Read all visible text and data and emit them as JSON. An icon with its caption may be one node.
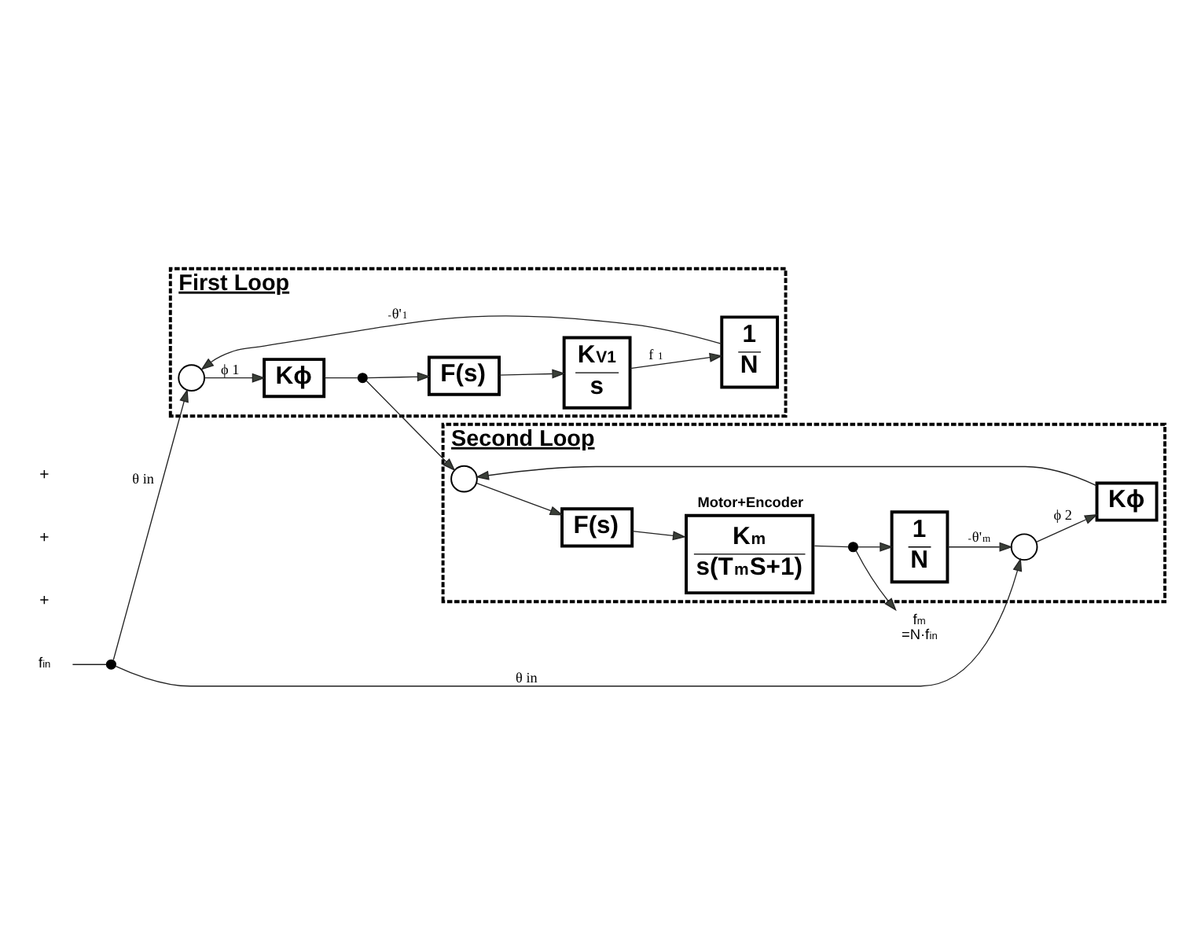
{
  "diagram": {
    "nodes": [
      {
        "text": [
          "First Loop"
        ]
      },
      {
        "text": [
          "Second Loop"
        ]
      },
      {
        "text": [
          "f$_{in}$"
        ]
      },
      {
        "text": [],
        "shape": "circle"
      },
      {
        "text": [],
        "shape": "circle",
        "in": 0
      },
      {
        "text": [
          "Kϕ"
        ],
        "in": 0
      },
      {
        "text": [
          "1 N"
        ],
        "in": 0
      },
      {
        "text": [
          "K$_{V1}$ s"
        ],
        "in": 0
      },
      {
        "text": [
          "F(s)"
        ],
        "in": 0
      },
      {
        "text": [],
        "shape": "circle",
        "in": 0
      },
      {
        "text": [],
        "shape": "circle",
        "in": 1
      },
      {
        "text": [],
        "shape": "circle",
        "in": 1
      },
      {
        "text": [
          "Kϕ"
        ],
        "in": 1
      },
      {
        "text": [
          "1 N"
        ],
        "in": 1
      },
      {
        "text": [
          "Motor+Encoder",
          "K$_{m}$ s(T$_{m}$S+1)"
        ],
        "in": 1
      },
      {
        "text": [
          "F(s)"
        ],
        "in": 1
      },
      {
        "text": [],
        "shape": "circle",
        "in": 1
      },
      {
        "text": [
          "f$_{m}$ =N·f$_{in}$"
        ]
      }
    ],
    "edges": [
      {
        "from": 2,
        "to": 3,
        "arrow": "none"
      },
      {
        "from": 3,
        "to": 4,
        "arrow": "to",
        "label": "θ in"
      },
      {
        "from": 4,
        "to": 5,
        "arrow": "to",
        "label": "ϕ 1"
      },
      {
        "from": 5,
        "to": 9,
        "arrow": "none"
      },
      {
        "from": 9,
        "to": 8,
        "arrow": "to"
      },
      {
        "from": 8,
        "to": 7,
        "arrow": "to"
      },
      {
        "from": 7,
        "to": 6,
        "arrow": "to",
        "label": "f$_{1}$"
      },
      {
        "from": 6,
        "to": 4,
        "arrow": "to",
        "label": "$^{-}$θ'$_{1}$"
      },
      {
        "from": 9,
        "to": 10,
        "arrow": "to"
      },
      {
        "from": 3,
        "to": 11,
        "arrow": "to",
        "label": "θ in"
      },
      {
        "from": 11,
        "to": 12,
        "arrow": "to",
        "label": "ϕ 2"
      },
      {
        "from": 13,
        "to": 11,
        "arrow": "to",
        "label": "$^{-}$θ'$_{m}$"
      },
      {
        "from": 12,
        "to": 10,
        "arrow": "to"
      },
      {
        "from": 10,
        "to": 15,
        "arrow": "to"
      },
      {
        "from": 15,
        "to": 14,
        "arrow": "to"
      },
      {
        "from": 14,
        "to": 16,
        "arrow": "none"
      },
      {
        "from": 16,
        "to": 13,
        "arrow": "to"
      },
      {
        "from": 16,
        "to": 17,
        "arrow": "to"
      }
    ],
    "labels": [
      "+",
      "+",
      "+"
    ]
  }
}
